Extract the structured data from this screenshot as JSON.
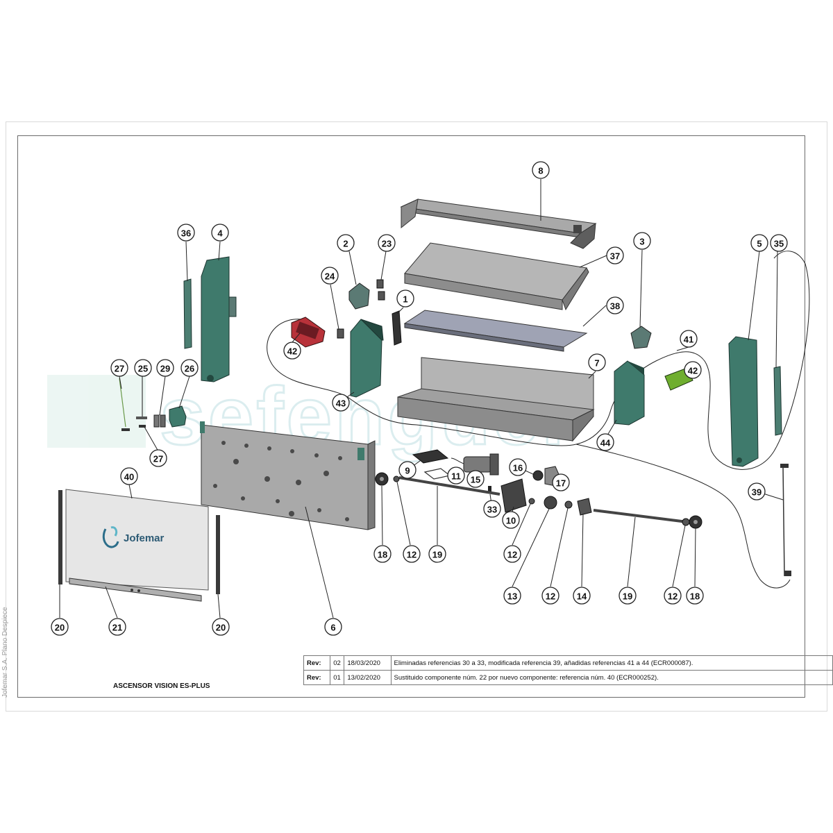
{
  "watermark_text": "sefenguer",
  "side_label": "Jofemar S.A. Plano Despiece",
  "title": "ASCENSOR VISION ES-PLUS",
  "brand_logo_text": "Jofemar",
  "revisions": [
    {
      "label": "Rev:",
      "num": "02",
      "date": "18/03/2020",
      "text": "Eliminadas referencias 30 a 33, modificada referencia 39, añadidas referencias 41 a 44 (ECR000087)."
    },
    {
      "label": "Rev:",
      "num": "01",
      "date": "13/02/2020",
      "text": "Sustituido componente núm. 22 por nuevo componente: referencia núm. 40 (ECR000252)."
    }
  ],
  "callouts": [
    {
      "label": "8"
    },
    {
      "label": "36"
    },
    {
      "label": "4"
    },
    {
      "label": "2"
    },
    {
      "label": "23"
    },
    {
      "label": "37"
    },
    {
      "label": "3"
    },
    {
      "label": "5"
    },
    {
      "label": "35"
    },
    {
      "label": "24"
    },
    {
      "label": "1"
    },
    {
      "label": "38"
    },
    {
      "label": "42"
    },
    {
      "label": "41"
    },
    {
      "label": "42"
    },
    {
      "label": "27"
    },
    {
      "label": "25"
    },
    {
      "label": "29"
    },
    {
      "label": "26"
    },
    {
      "label": "7"
    },
    {
      "label": "43"
    },
    {
      "label": "44"
    },
    {
      "label": "27"
    },
    {
      "label": "9"
    },
    {
      "label": "16"
    },
    {
      "label": "11"
    },
    {
      "label": "15"
    },
    {
      "label": "17"
    },
    {
      "label": "40"
    },
    {
      "label": "39"
    },
    {
      "label": "33"
    },
    {
      "label": "10"
    },
    {
      "label": "18"
    },
    {
      "label": "12"
    },
    {
      "label": "19"
    },
    {
      "label": "12"
    },
    {
      "label": "13"
    },
    {
      "label": "12"
    },
    {
      "label": "14"
    },
    {
      "label": "19"
    },
    {
      "label": "12"
    },
    {
      "label": "18"
    },
    {
      "label": "20"
    },
    {
      "label": "21"
    },
    {
      "label": "20"
    },
    {
      "label": "6"
    }
  ],
  "colors": {
    "metal_light": "#b9b9b9",
    "metal_mid": "#9c9c9c",
    "metal_dark": "#707070",
    "green_part": "#3f7a6c",
    "green_dark": "#23483f",
    "red_part": "#b8323a",
    "lime_part": "#6fae2f",
    "watermark": "#cfe7e8"
  }
}
